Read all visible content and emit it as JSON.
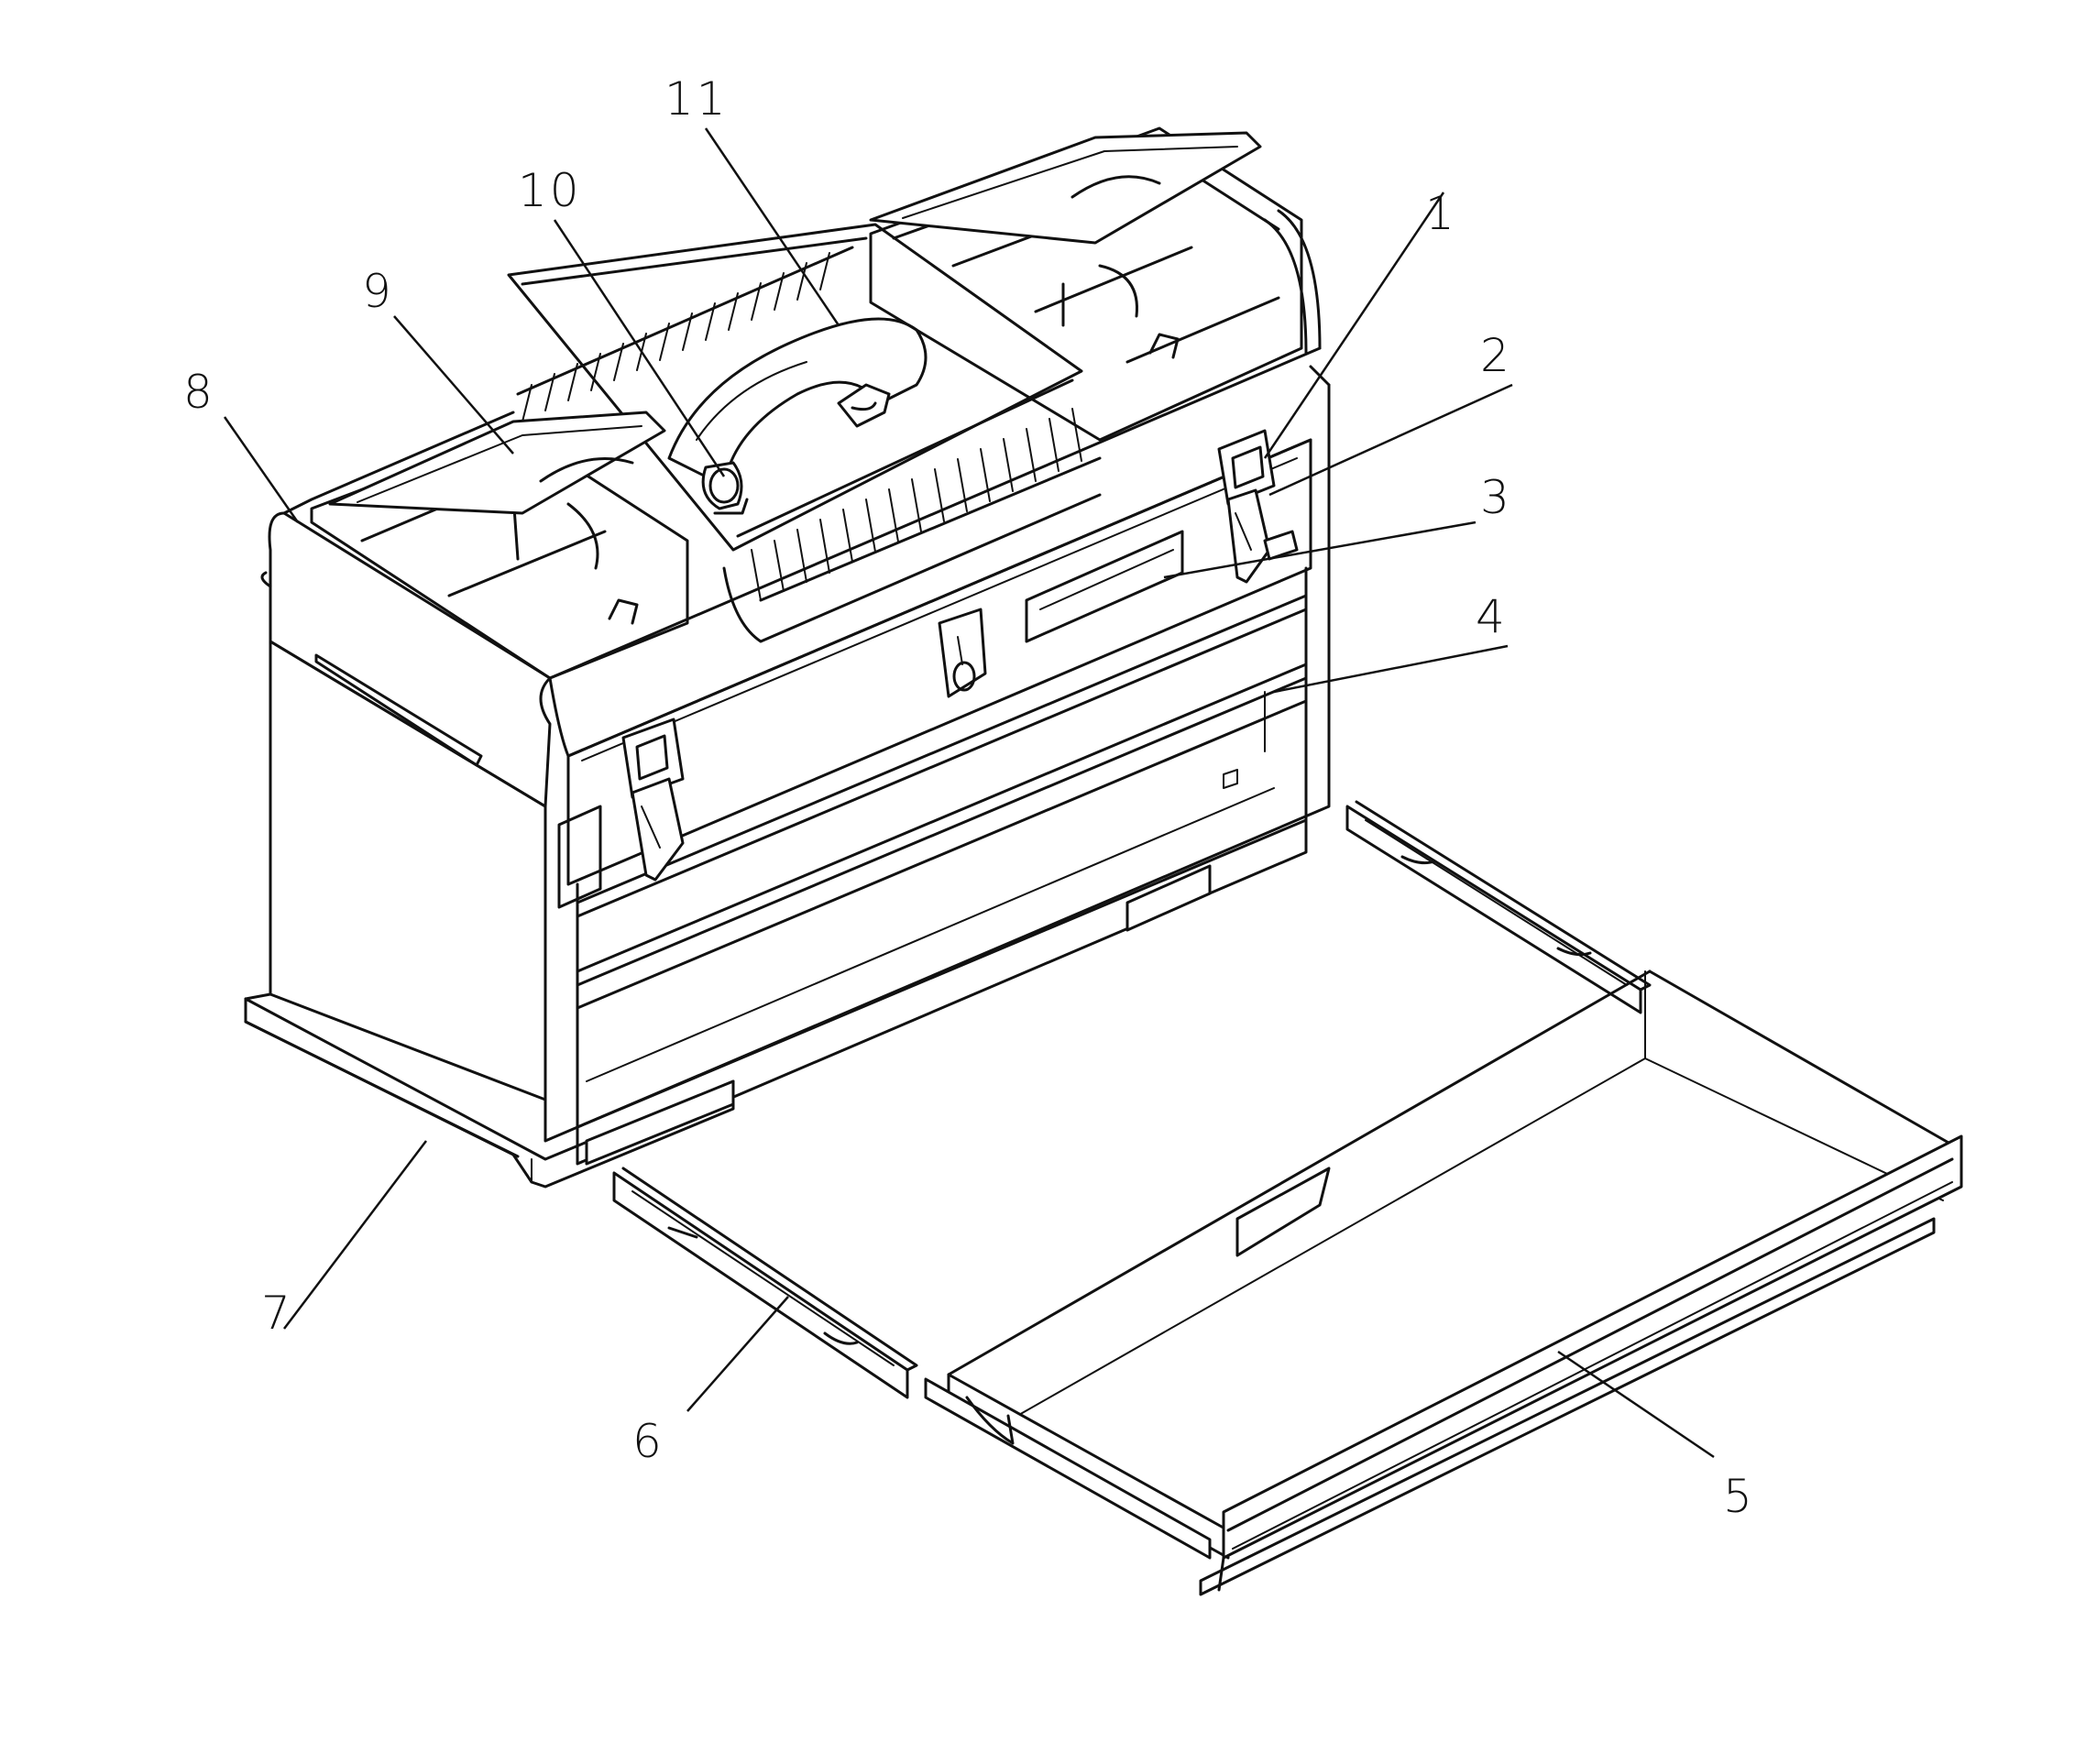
{
  "colors": {
    "line": "#111111",
    "background": "#ffffff"
  },
  "callouts": [
    {
      "id": "1",
      "label": "1",
      "part": "latch"
    },
    {
      "id": "2",
      "label": "2",
      "part": "hasp"
    },
    {
      "id": "3",
      "label": "3",
      "part": "label-plate"
    },
    {
      "id": "4",
      "label": "4",
      "part": "drawer-front"
    },
    {
      "id": "5",
      "label": "5",
      "part": "drawer-tray"
    },
    {
      "id": "6",
      "label": "6",
      "part": "drawer-slide-rail"
    },
    {
      "id": "7",
      "label": "7",
      "part": "base"
    },
    {
      "id": "8",
      "label": "8",
      "part": "lid-body"
    },
    {
      "id": "9",
      "label": "9",
      "part": "organizer-lid"
    },
    {
      "id": "10",
      "label": "10",
      "part": "handle-pivot"
    },
    {
      "id": "11",
      "label": "11",
      "part": "carry-handle"
    }
  ]
}
